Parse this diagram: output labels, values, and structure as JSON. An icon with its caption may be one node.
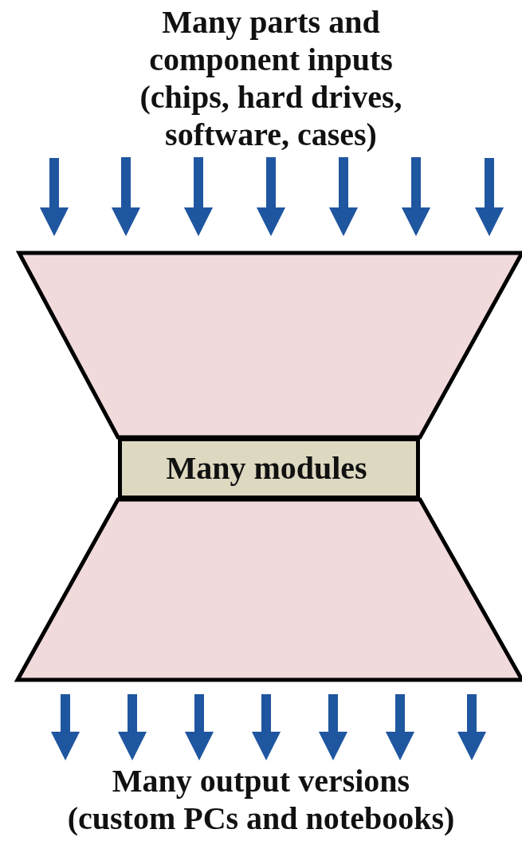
{
  "diagram": {
    "nodes": [
      {
        "text": [
          "Many parts and component inputs",
          "(chips, hard drives, software, cases)"
        ]
      },
      {
        "text": [],
        "shape": "trapezoid"
      },
      {
        "text": [
          "Many modules"
        ]
      },
      {
        "text": [],
        "shape": "trapezoid"
      },
      {
        "text": [
          "Many output versions",
          "(custom PCs and notebooks)"
        ]
      }
    ],
    "edges": [
      {
        "from": null,
        "to": 1,
        "arrow": "to"
      },
      {
        "from": 0,
        "to": 1,
        "arrow": "to"
      },
      {
        "from": 0,
        "to": 1,
        "arrow": "to"
      },
      {
        "from": 0,
        "to": 1,
        "arrow": "to"
      },
      {
        "from": 0,
        "to": 1,
        "arrow": "to"
      },
      {
        "from": 0,
        "to": 1,
        "arrow": "to"
      },
      {
        "from": null,
        "to": 1,
        "arrow": "to"
      },
      {
        "from": 3,
        "to": 4,
        "arrow": "to"
      },
      {
        "from": 3,
        "to": 4,
        "arrow": "to"
      },
      {
        "from": 3,
        "to": 4,
        "arrow": "to"
      },
      {
        "from": 3,
        "to": 4,
        "arrow": "to"
      },
      {
        "from": 3,
        "to": 4,
        "arrow": "to"
      },
      {
        "from": 3,
        "to": 4,
        "arrow": "to"
      },
      {
        "from": 3,
        "to": 4,
        "arrow": "to"
      }
    ]
  }
}
